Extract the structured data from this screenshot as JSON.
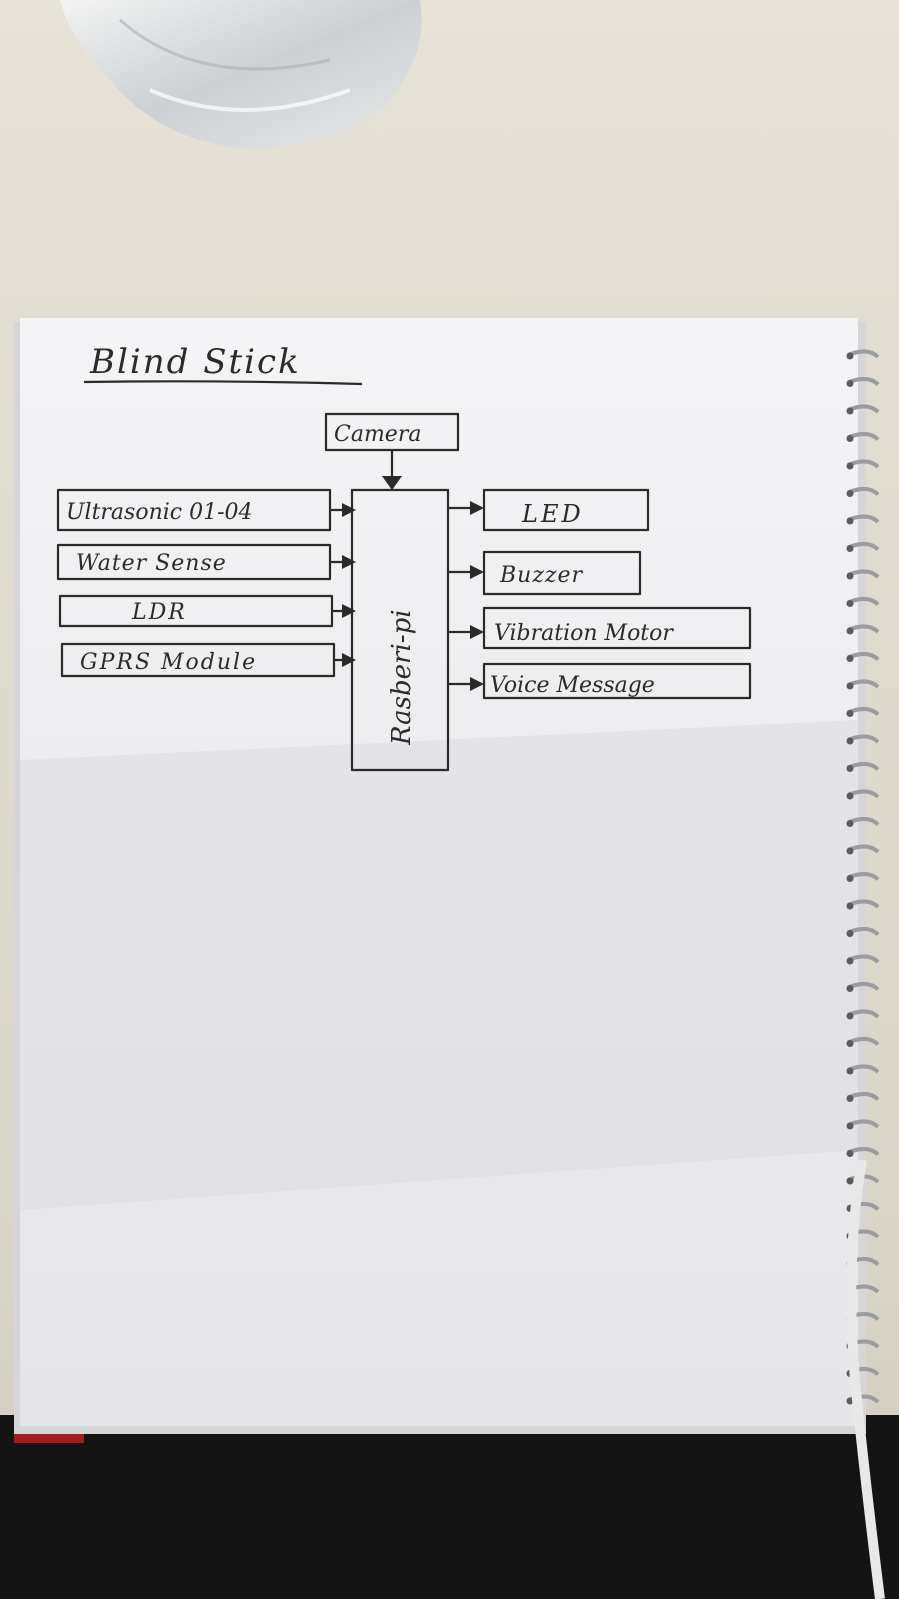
{
  "title": "Blind Stick",
  "top_input": "Camera",
  "controller": "Rasberi-pi",
  "inputs": [
    "Ultrasonic 01-04",
    "Water Sense",
    "LDR",
    "GPRS Module"
  ],
  "outputs": [
    "LED",
    "Buzzer",
    "Vibration Motor",
    "Voice Message"
  ]
}
